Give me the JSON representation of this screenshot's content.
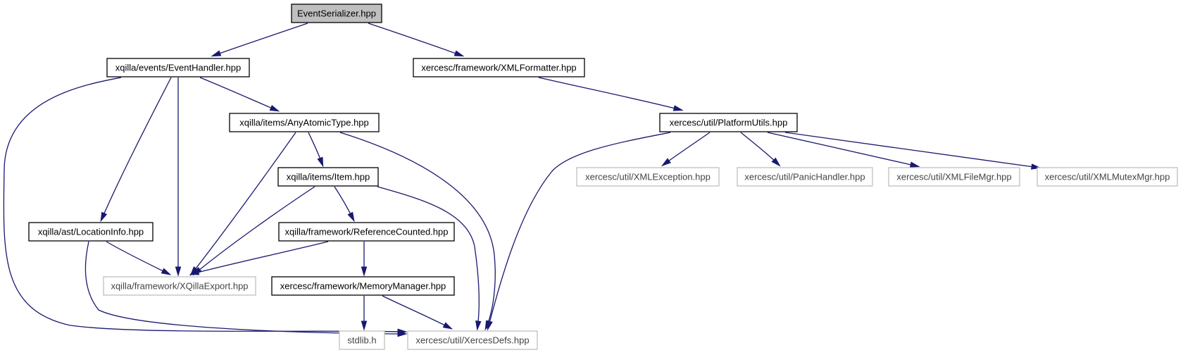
{
  "graph": {
    "nodes": [
      {
        "id": "event_serializer",
        "label": "EventSerializer.hpp",
        "style": "root"
      },
      {
        "id": "event_handler",
        "label": "xqilla/events/EventHandler.hpp",
        "style": "normal"
      },
      {
        "id": "xml_formatter",
        "label": "xercesc/framework/XMLFormatter.hpp",
        "style": "normal"
      },
      {
        "id": "any_atomic_type",
        "label": "xqilla/items/AnyAtomicType.hpp",
        "style": "normal"
      },
      {
        "id": "platform_utils",
        "label": "xercesc/util/PlatformUtils.hpp",
        "style": "normal"
      },
      {
        "id": "item",
        "label": "xqilla/items/Item.hpp",
        "style": "normal"
      },
      {
        "id": "xml_exception",
        "label": "xercesc/util/XMLException.hpp",
        "style": "external"
      },
      {
        "id": "panic_handler",
        "label": "xercesc/util/PanicHandler.hpp",
        "style": "external"
      },
      {
        "id": "xml_file_mgr",
        "label": "xercesc/util/XMLFileMgr.hpp",
        "style": "external"
      },
      {
        "id": "xml_mutex_mgr",
        "label": "xercesc/util/XMLMutexMgr.hpp",
        "style": "external"
      },
      {
        "id": "location_info",
        "label": "xqilla/ast/LocationInfo.hpp",
        "style": "normal"
      },
      {
        "id": "reference_counted",
        "label": "xqilla/framework/ReferenceCounted.hpp",
        "style": "normal"
      },
      {
        "id": "xqilla_export",
        "label": "xqilla/framework/XQillaExport.hpp",
        "style": "external"
      },
      {
        "id": "memory_manager",
        "label": "xercesc/framework/MemoryManager.hpp",
        "style": "normal"
      },
      {
        "id": "stdlib",
        "label": "stdlib.h",
        "style": "external"
      },
      {
        "id": "xerces_defs",
        "label": "xercesc/util/XercesDefs.hpp",
        "style": "external"
      }
    ],
    "edges": [
      {
        "from": "event_serializer",
        "to": "event_handler"
      },
      {
        "from": "event_serializer",
        "to": "xml_formatter"
      },
      {
        "from": "event_handler",
        "to": "any_atomic_type"
      },
      {
        "from": "event_handler",
        "to": "location_info"
      },
      {
        "from": "event_handler",
        "to": "xqilla_export"
      },
      {
        "from": "event_handler",
        "to": "xerces_defs"
      },
      {
        "from": "xml_formatter",
        "to": "platform_utils"
      },
      {
        "from": "any_atomic_type",
        "to": "item"
      },
      {
        "from": "any_atomic_type",
        "to": "xqilla_export"
      },
      {
        "from": "any_atomic_type",
        "to": "xerces_defs"
      },
      {
        "from": "platform_utils",
        "to": "xml_exception"
      },
      {
        "from": "platform_utils",
        "to": "panic_handler"
      },
      {
        "from": "platform_utils",
        "to": "xml_file_mgr"
      },
      {
        "from": "platform_utils",
        "to": "xml_mutex_mgr"
      },
      {
        "from": "platform_utils",
        "to": "xerces_defs"
      },
      {
        "from": "item",
        "to": "reference_counted"
      },
      {
        "from": "item",
        "to": "xqilla_export"
      },
      {
        "from": "item",
        "to": "xerces_defs"
      },
      {
        "from": "location_info",
        "to": "xqilla_export"
      },
      {
        "from": "location_info",
        "to": "xerces_defs"
      },
      {
        "from": "reference_counted",
        "to": "xqilla_export"
      },
      {
        "from": "reference_counted",
        "to": "memory_manager"
      },
      {
        "from": "memory_manager",
        "to": "stdlib"
      },
      {
        "from": "memory_manager",
        "to": "xerces_defs"
      }
    ]
  },
  "colors": {
    "edge": "#191970",
    "root_fill": "#bfbfbf",
    "node_border": "#000000",
    "external_border": "#bfbfbf",
    "background": "#ffffff"
  }
}
